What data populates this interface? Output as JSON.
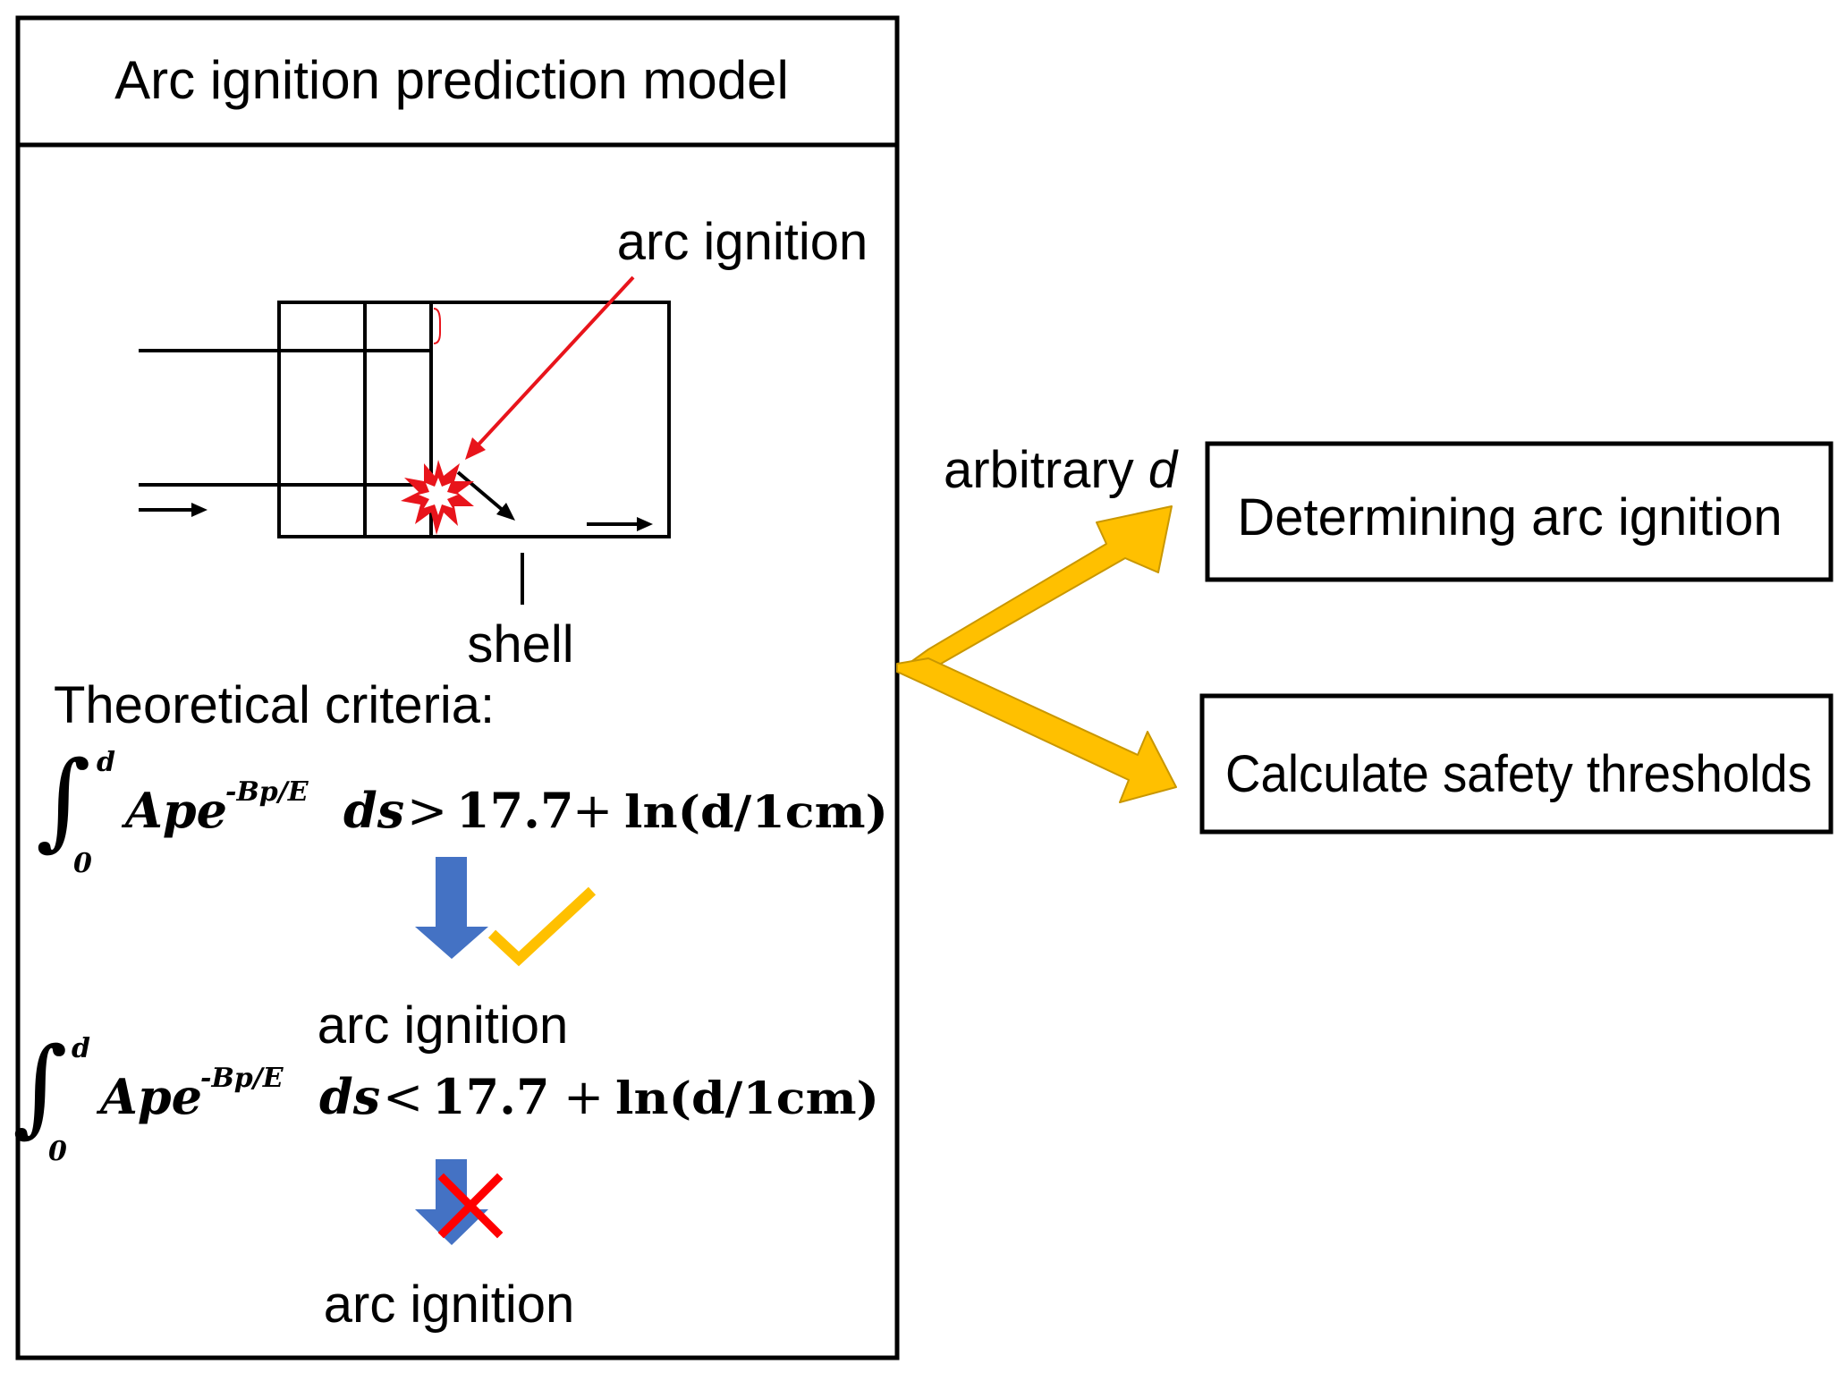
{
  "header": {
    "title": "Arc ignition prediction model"
  },
  "figure": {
    "callout_label": "arc ignition",
    "shell_label": "shell"
  },
  "criteria": {
    "heading": "Theoretical criteria:",
    "ignite": {
      "upper_limit": "d",
      "lower_limit": "0",
      "integrand": "Ape",
      "exponent": "-Bp/E",
      "differential": "ds",
      "relation": ">",
      "constant": "17.7",
      "plus": "+",
      "log_term": "ln(d/1cm)"
    },
    "ignite_result": "arc ignition",
    "no_ignite": {
      "upper_limit": "d",
      "lower_limit": "0",
      "integrand": "Ape",
      "exponent": "-Bp/E",
      "differential": "ds",
      "relation": "<",
      "constant": "17.7",
      "plus": "+",
      "log_term": "ln(d/1cm)"
    },
    "no_ignite_result": "arc ignition"
  },
  "branch": {
    "label_text": "arbitrary ",
    "label_variable": "d",
    "outcomes": [
      {
        "label": "Determining arc ignition"
      },
      {
        "label": "Calculate safety thresholds"
      }
    ]
  },
  "colors": {
    "stroke": "#000000",
    "callout_arrow": "#e8141b",
    "spark_outer": "#e8141b",
    "branch_arrow": "#ffc000",
    "branch_arrow_edge": "#c99700",
    "down_arrow": "#4472c4",
    "check_mark": "#ffc000",
    "cross_mark": "#ff0000"
  },
  "icons": {
    "spark": "spark-icon",
    "check": "check-icon",
    "cross": "cross-icon"
  }
}
